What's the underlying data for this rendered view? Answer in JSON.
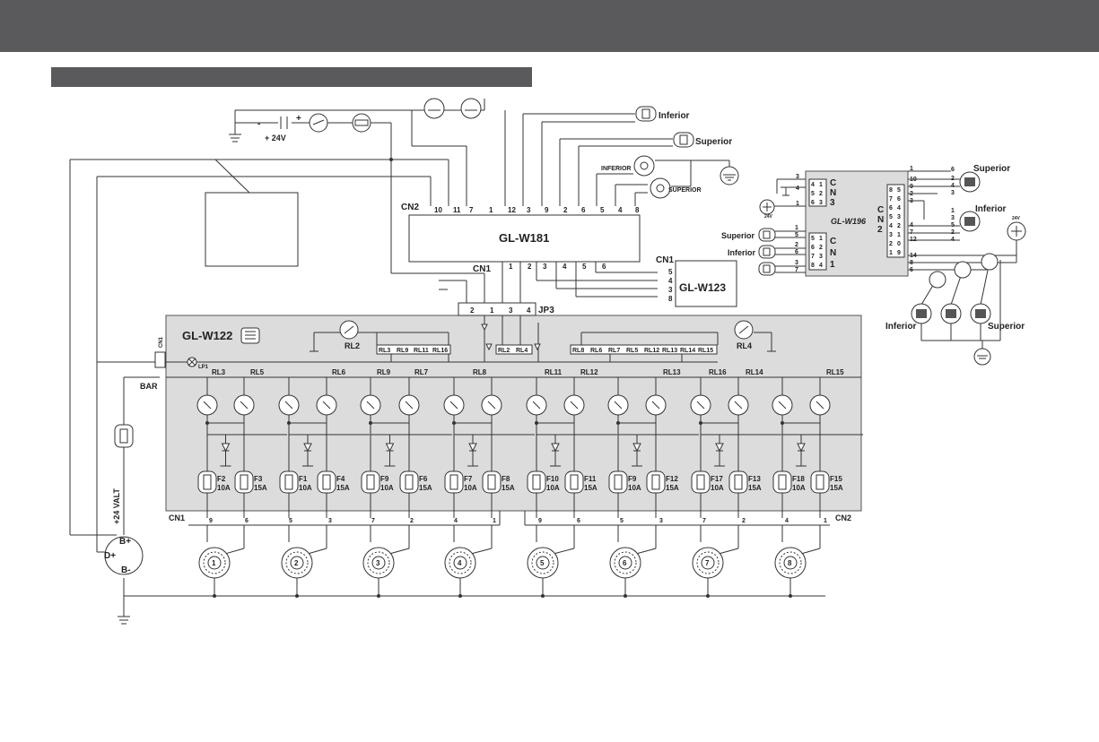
{
  "modules": {
    "w181": "GL-W181",
    "w122": "GL-W122",
    "w123": "GL-W123",
    "w196": "GL-W196"
  },
  "connectors": {
    "cn2_top": "CN2",
    "cn1_top": "CN1",
    "cn1_w123": "CN1",
    "jp3": "JP3",
    "cn1_bottom": "CN1",
    "cn2_bottom": "CN2",
    "cn3_w196": [
      "C",
      "N",
      "3"
    ],
    "cn2_w196": [
      "C",
      "N",
      "2"
    ],
    "cn1_w196": [
      "C",
      "N",
      "1"
    ],
    "cn1_w122_vertical": "CN1"
  },
  "labels": {
    "voltage": "+ 24V",
    "minus": "-",
    "plus": "+",
    "inferior_top": "Inferior",
    "superior_top": "Superior",
    "inferior_fan": "INFERIOR",
    "superior_fan": "SUPERIOR",
    "bar": "BAR",
    "lp1": "LP1",
    "volt_24": "+24 VALT",
    "b_plus": "B+",
    "d_plus": "D+",
    "b_minus": "B-",
    "superior_right_top": "Superior",
    "inferior_right_top": "Inferior",
    "superior_w196_in": "Superior",
    "inferior_w196_in": "Inferior",
    "inferior_bottom_right": "Inferior",
    "superior_bottom_right": "Superior",
    "v24_small": "24V"
  },
  "pins": {
    "cn2_top": [
      "10",
      "11",
      "7",
      "1",
      "12",
      "3",
      "9",
      "2",
      "6",
      "5",
      "4",
      "8"
    ],
    "cn1_top": [
      "1",
      "2",
      "3",
      "4",
      "5",
      "6"
    ],
    "w123": [
      "5",
      "4",
      "3",
      "8"
    ],
    "jp3": [
      "2",
      "1",
      "3",
      "4"
    ],
    "cn1_bottom": [
      "9",
      "6",
      "5",
      "3",
      "7",
      "2",
      "4",
      "1"
    ],
    "cn2_bottom": [
      "9",
      "6",
      "5",
      "3",
      "7",
      "2",
      "4",
      "1"
    ],
    "cn3_w196": [
      "3",
      "4",
      "1"
    ],
    "cn1_w196_in": [
      "1",
      "5",
      "2",
      "6",
      "3",
      "7"
    ],
    "cn2_w196_out_left": [
      "1",
      "10",
      "9",
      "2",
      "3",
      "4",
      "7",
      "12",
      "14",
      "8",
      "6"
    ],
    "cn2_w196_out_right": [
      "6",
      "2",
      "4",
      "3",
      "1",
      "3",
      "5",
      "2",
      "4"
    ]
  },
  "w196_blocks": {
    "cn3": [
      [
        "4",
        "1"
      ],
      [
        "5",
        "2"
      ],
      [
        "6",
        "3"
      ]
    ],
    "cn2": [
      [
        "8",
        "5"
      ],
      [
        "7",
        "6"
      ],
      [
        "6",
        "4"
      ],
      [
        "5",
        "3"
      ],
      [
        "4",
        "2"
      ],
      [
        "3",
        "1"
      ],
      [
        "2",
        "0"
      ],
      [
        "1",
        "9"
      ]
    ],
    "cn1": [
      [
        "5",
        "1"
      ],
      [
        "6",
        "2"
      ],
      [
        "7",
        "3"
      ],
      [
        "8",
        "4"
      ]
    ]
  },
  "relays": {
    "left_group": [
      "RL3",
      "RL9",
      "RL11",
      "RL16"
    ],
    "mid_group": [
      "RL2",
      "RL4"
    ],
    "right_group": [
      "RL8",
      "RL6",
      "RL7",
      "RL5",
      "RL12",
      "RL13",
      "RL14",
      "RL15"
    ],
    "rl2_label": "RL2",
    "rl4_label": "RL4",
    "row": [
      "RL3",
      "RL5",
      "RL6",
      "RL9",
      "RL7",
      "RL8",
      "RL11",
      "RL12",
      "RL13",
      "RL16",
      "RL14",
      "RL15"
    ]
  },
  "fuses": [
    {
      "name": "F2",
      "rating": "10A"
    },
    {
      "name": "F3",
      "rating": "15A"
    },
    {
      "name": "F1",
      "rating": "10A"
    },
    {
      "name": "F4",
      "rating": "15A"
    },
    {
      "name": "F9",
      "rating": "10A"
    },
    {
      "name": "F6",
      "rating": "15A"
    },
    {
      "name": "F7",
      "rating": "10A"
    },
    {
      "name": "F8",
      "rating": "15A"
    },
    {
      "name": "F10",
      "rating": "10A"
    },
    {
      "name": "F11",
      "rating": "15A"
    },
    {
      "name": "F9",
      "rating": "10A"
    },
    {
      "name": "F12",
      "rating": "15A"
    },
    {
      "name": "F17",
      "rating": "10A"
    },
    {
      "name": "F13",
      "rating": "15A"
    },
    {
      "name": "F18",
      "rating": "10A"
    },
    {
      "name": "F15",
      "rating": "15A"
    }
  ],
  "motors": [
    "1",
    "2",
    "3",
    "4",
    "5",
    "6",
    "7",
    "8"
  ]
}
